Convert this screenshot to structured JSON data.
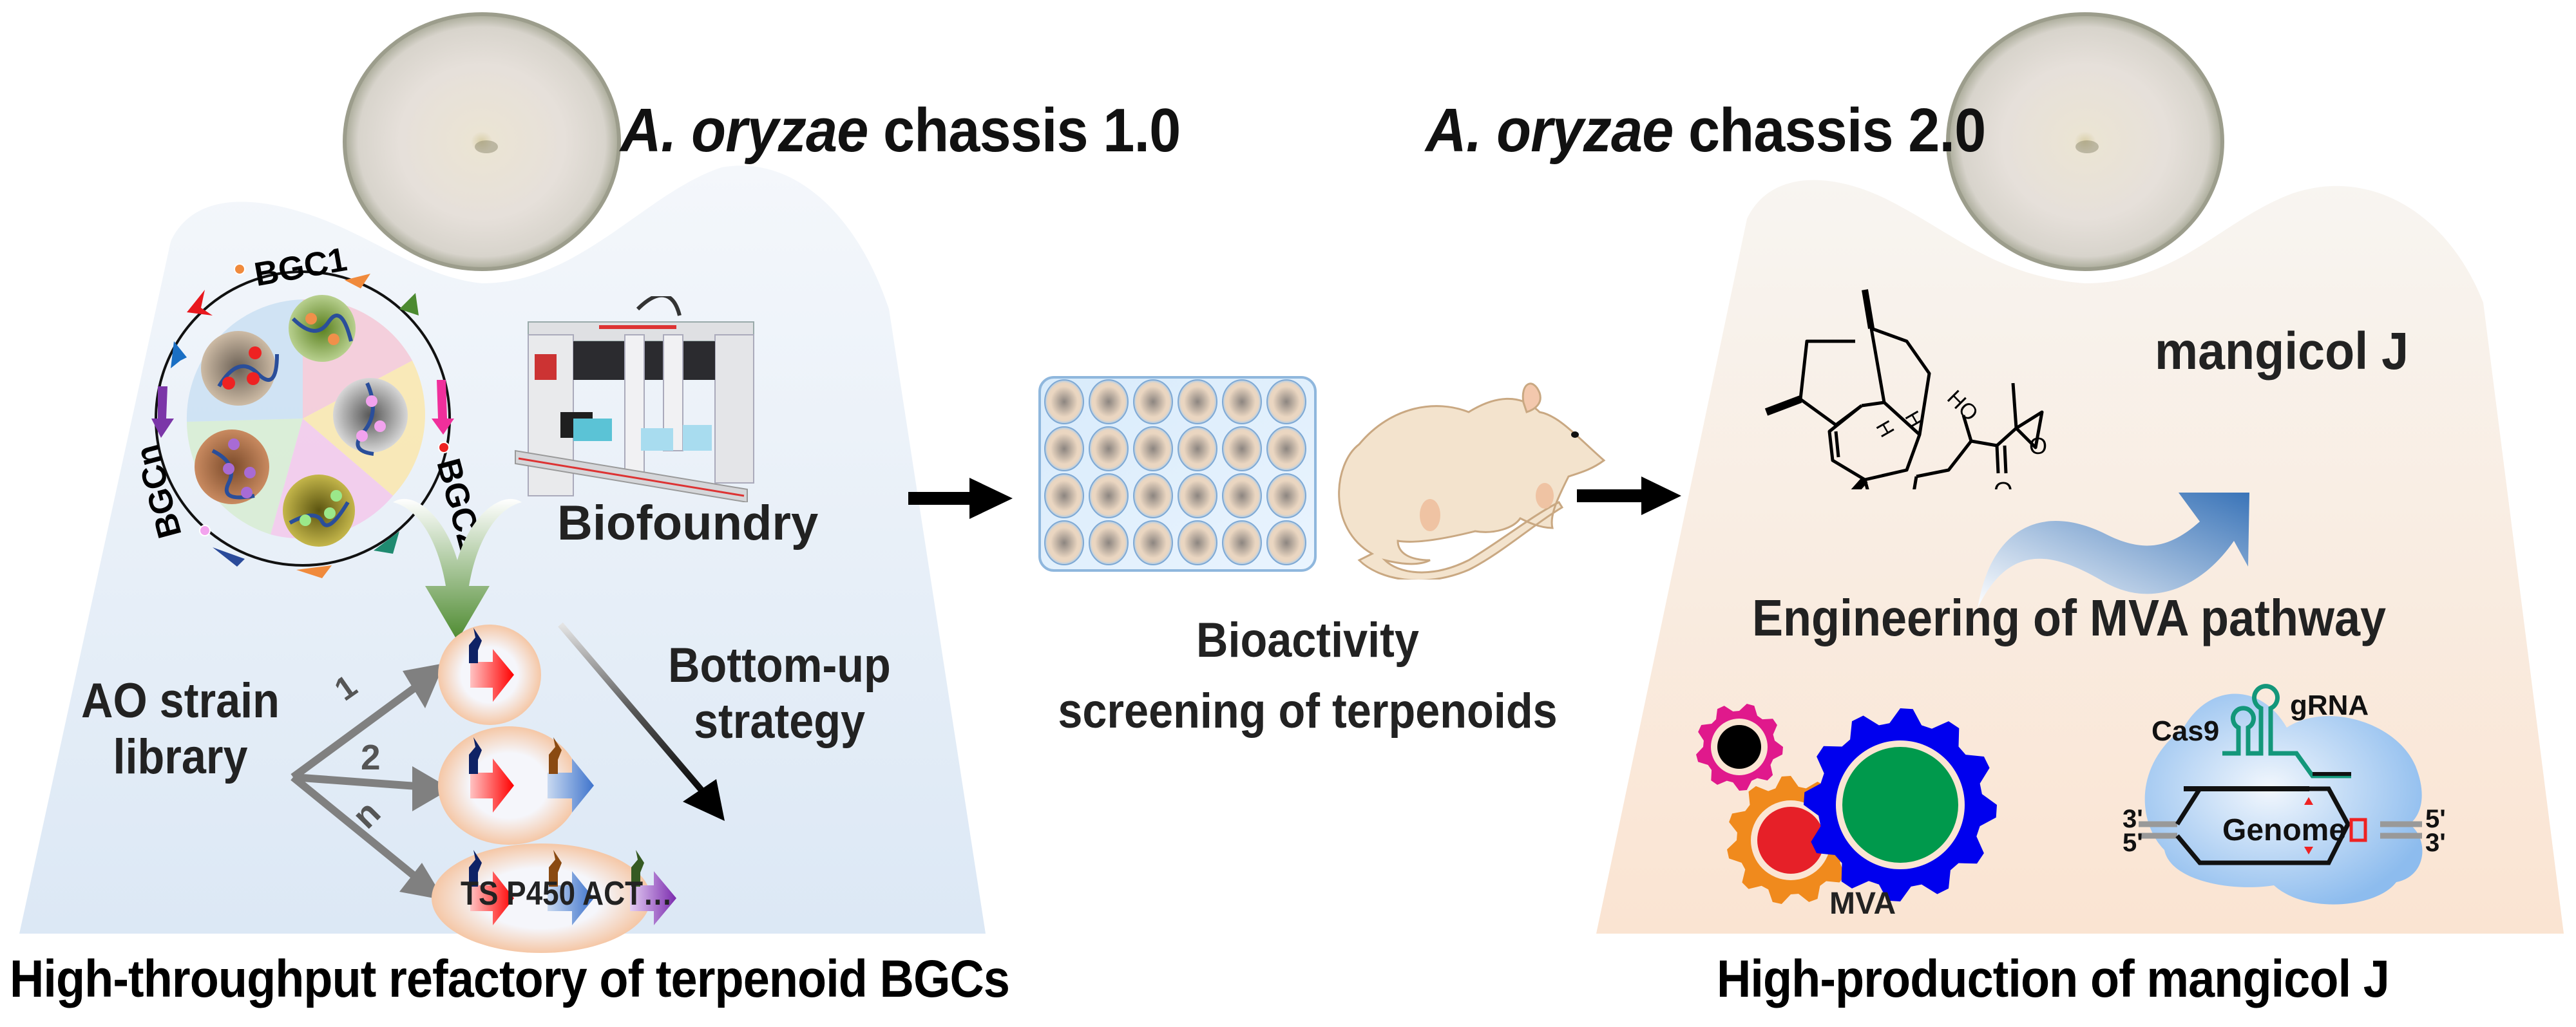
{
  "figure": {
    "type": "graphical-abstract",
    "colors": {
      "left_panel_bg": "#e3edf8",
      "right_panel_bg": "#f9e8da",
      "arrow": "#000000",
      "gear_blue": "#0000ee",
      "gear_orange": "#f08a1d",
      "gear_magenta": "#e0198c",
      "cas9": "#9cc5ef",
      "grna": "#13977a"
    }
  },
  "left_panel": {
    "title_italic": "A. oryzae",
    "title_rest": " chassis 1.0",
    "bgc_labels": [
      "BGC1",
      "BGC2",
      "BGCn"
    ],
    "biofoundry_label": "Biofoundry",
    "library_label_line1": "AO strain",
    "library_label_line2": "library",
    "branch_labels": [
      "1",
      "2",
      "n"
    ],
    "strategy_line1": "Bottom-up",
    "strategy_line2": "strategy",
    "gene_labels": "TS  P450 ACT…",
    "caption": "High-throughput refactory of terpenoid BGCs"
  },
  "middle_panel": {
    "plate_rows": 4,
    "plate_cols": 6,
    "label_line1": "Bioactivity",
    "label_line2": "screening of terpenoids"
  },
  "right_panel": {
    "title_italic": "A. oryzae",
    "title_rest": " chassis 2.0",
    "compound_name": "mangicol J",
    "compound_atoms": {
      "hydroxyl": "HO",
      "ketone_o": "O",
      "epoxide_o": "O",
      "h1": "H",
      "h2": "H"
    },
    "engineering_label": "Engineering of MVA pathway",
    "mva_label": "MVA",
    "cas9_label": "Cas9",
    "grna_label": "gRNA",
    "genome_label": "Genome",
    "strand_left_top": "3'",
    "strand_left_bottom": "5'",
    "strand_right_top": "5'",
    "strand_right_bottom": "3'",
    "caption": "High-production of mangicol J"
  }
}
